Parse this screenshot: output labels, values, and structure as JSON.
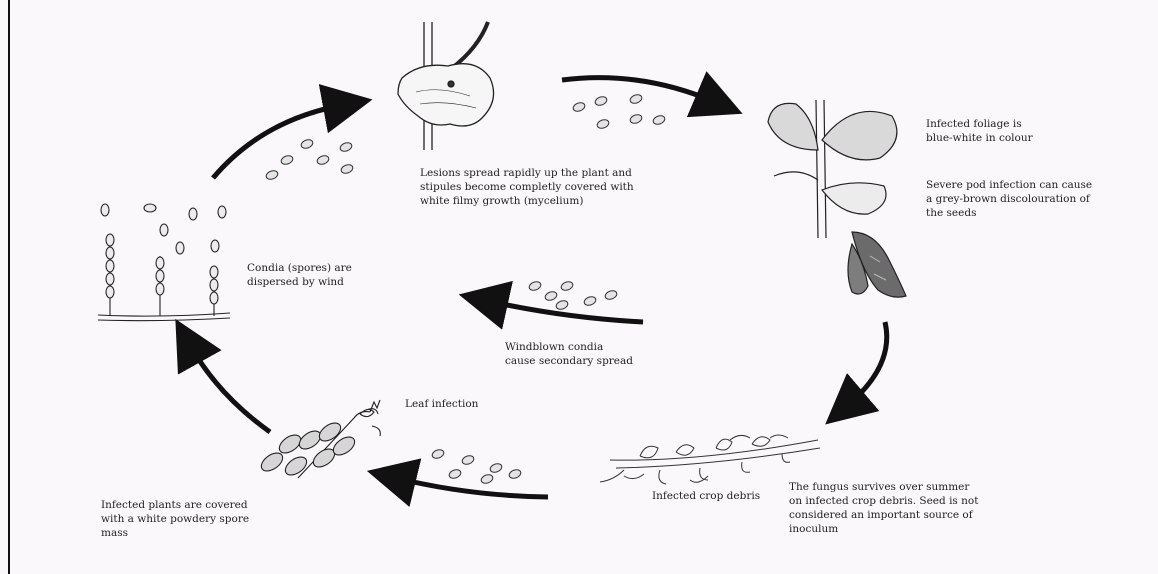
{
  "labels": {
    "lesions": "Lesions spread rapidly up the plant and\nstipules become completly covered with\nwhite filmy growth (mycelium)",
    "foliage": "Infected foliage is\nblue-white in colour",
    "pod": "Severe pod infection can cause\na grey-brown discolouration of\nthe seeds",
    "conidia": "Condia (spores) are\ndispersed by wind",
    "windblown": "Windblown condia\ncause secondary spread",
    "leaf_infection": "Leaf infection",
    "crop_debris": "Infected crop debris",
    "fungus_survives": "The fungus survives over summer\non infected crop debris. Seed is not\nconsidered an important source of\ninoculum",
    "infected_plants": "Infected plants are covered\nwith a white powdery spore\nmass"
  },
  "colors": {
    "ink": "#111111",
    "paper": "#fbf8fb",
    "spore_fill": "#e4e4e4",
    "pod_fill": "#6b6b6b"
  }
}
